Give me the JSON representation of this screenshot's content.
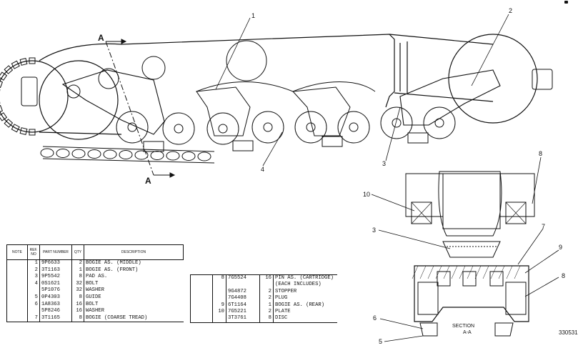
{
  "callouts": {
    "c1": "1",
    "c2": "2",
    "c3": "3",
    "c4": "4",
    "c3b": "3",
    "c5": "5",
    "c6": "6",
    "c7": "7",
    "c8a": "8",
    "c8b": "8",
    "c9": "9",
    "c10": "10"
  },
  "section_marks": {
    "top": "A",
    "bottom": "A"
  },
  "section_caption": {
    "line1": "SECTION",
    "line2": "A-A"
  },
  "figure_number": "330531",
  "parts_table_left": {
    "headers": [
      "NOTE",
      "REF. NO",
      "PART NUMBER",
      "QTY",
      "DESCRIPTION"
    ],
    "rows": [
      {
        "note": "",
        "ref": "1",
        "part": "9P6633",
        "qty": "2",
        "desc": "BOGIE AS. (MIDDLE)"
      },
      {
        "note": "",
        "ref": "2",
        "part": "3T1163",
        "qty": "1",
        "desc": "BOGIE AS. (FRONT)"
      },
      {
        "note": "",
        "ref": "3",
        "part": "9P5542",
        "qty": "8",
        "desc": "PAD AS."
      },
      {
        "note": "",
        "ref": "4",
        "part": "0S1621",
        "qty": "32",
        "desc": "BOLT"
      },
      {
        "note": "",
        "ref": "",
        "part": "5P1076",
        "qty": "32",
        "desc": "WASHER"
      },
      {
        "note": "",
        "ref": "5",
        "part": "0P4303",
        "qty": "8",
        "desc": "GUIDE"
      },
      {
        "note": "",
        "ref": "6",
        "part": "1A8363",
        "qty": "16",
        "desc": "BOLT"
      },
      {
        "note": "",
        "ref": "",
        "part": "5P8246",
        "qty": "16",
        "desc": "WASHER"
      },
      {
        "note": "",
        "ref": "7",
        "part": "3T1165",
        "qty": "8",
        "desc": "BOGIE (COARSE TREAD)"
      }
    ]
  },
  "parts_table_right": {
    "rows": [
      {
        "ref": "8",
        "part": "7G5524",
        "qty": "16",
        "desc": "PIN AS. (CARTRIDGE)"
      },
      {
        "ref": "",
        "part": "",
        "qty": "",
        "desc": "(EACH INCLUDES)"
      },
      {
        "ref": "",
        "part": "9G4872",
        "qty": "2",
        "desc": "STOPPER"
      },
      {
        "ref": "",
        "part": "7G4408",
        "qty": "2",
        "desc": "PLUG"
      },
      {
        "ref": "9",
        "part": "6T1164",
        "qty": "1",
        "desc": "BOGIE AS. (REAR)"
      },
      {
        "ref": "10",
        "part": "7G5221",
        "qty": "2",
        "desc": "PLATE"
      },
      {
        "ref": "",
        "part": "3T3761",
        "qty": "8",
        "desc": "DISC"
      }
    ]
  }
}
